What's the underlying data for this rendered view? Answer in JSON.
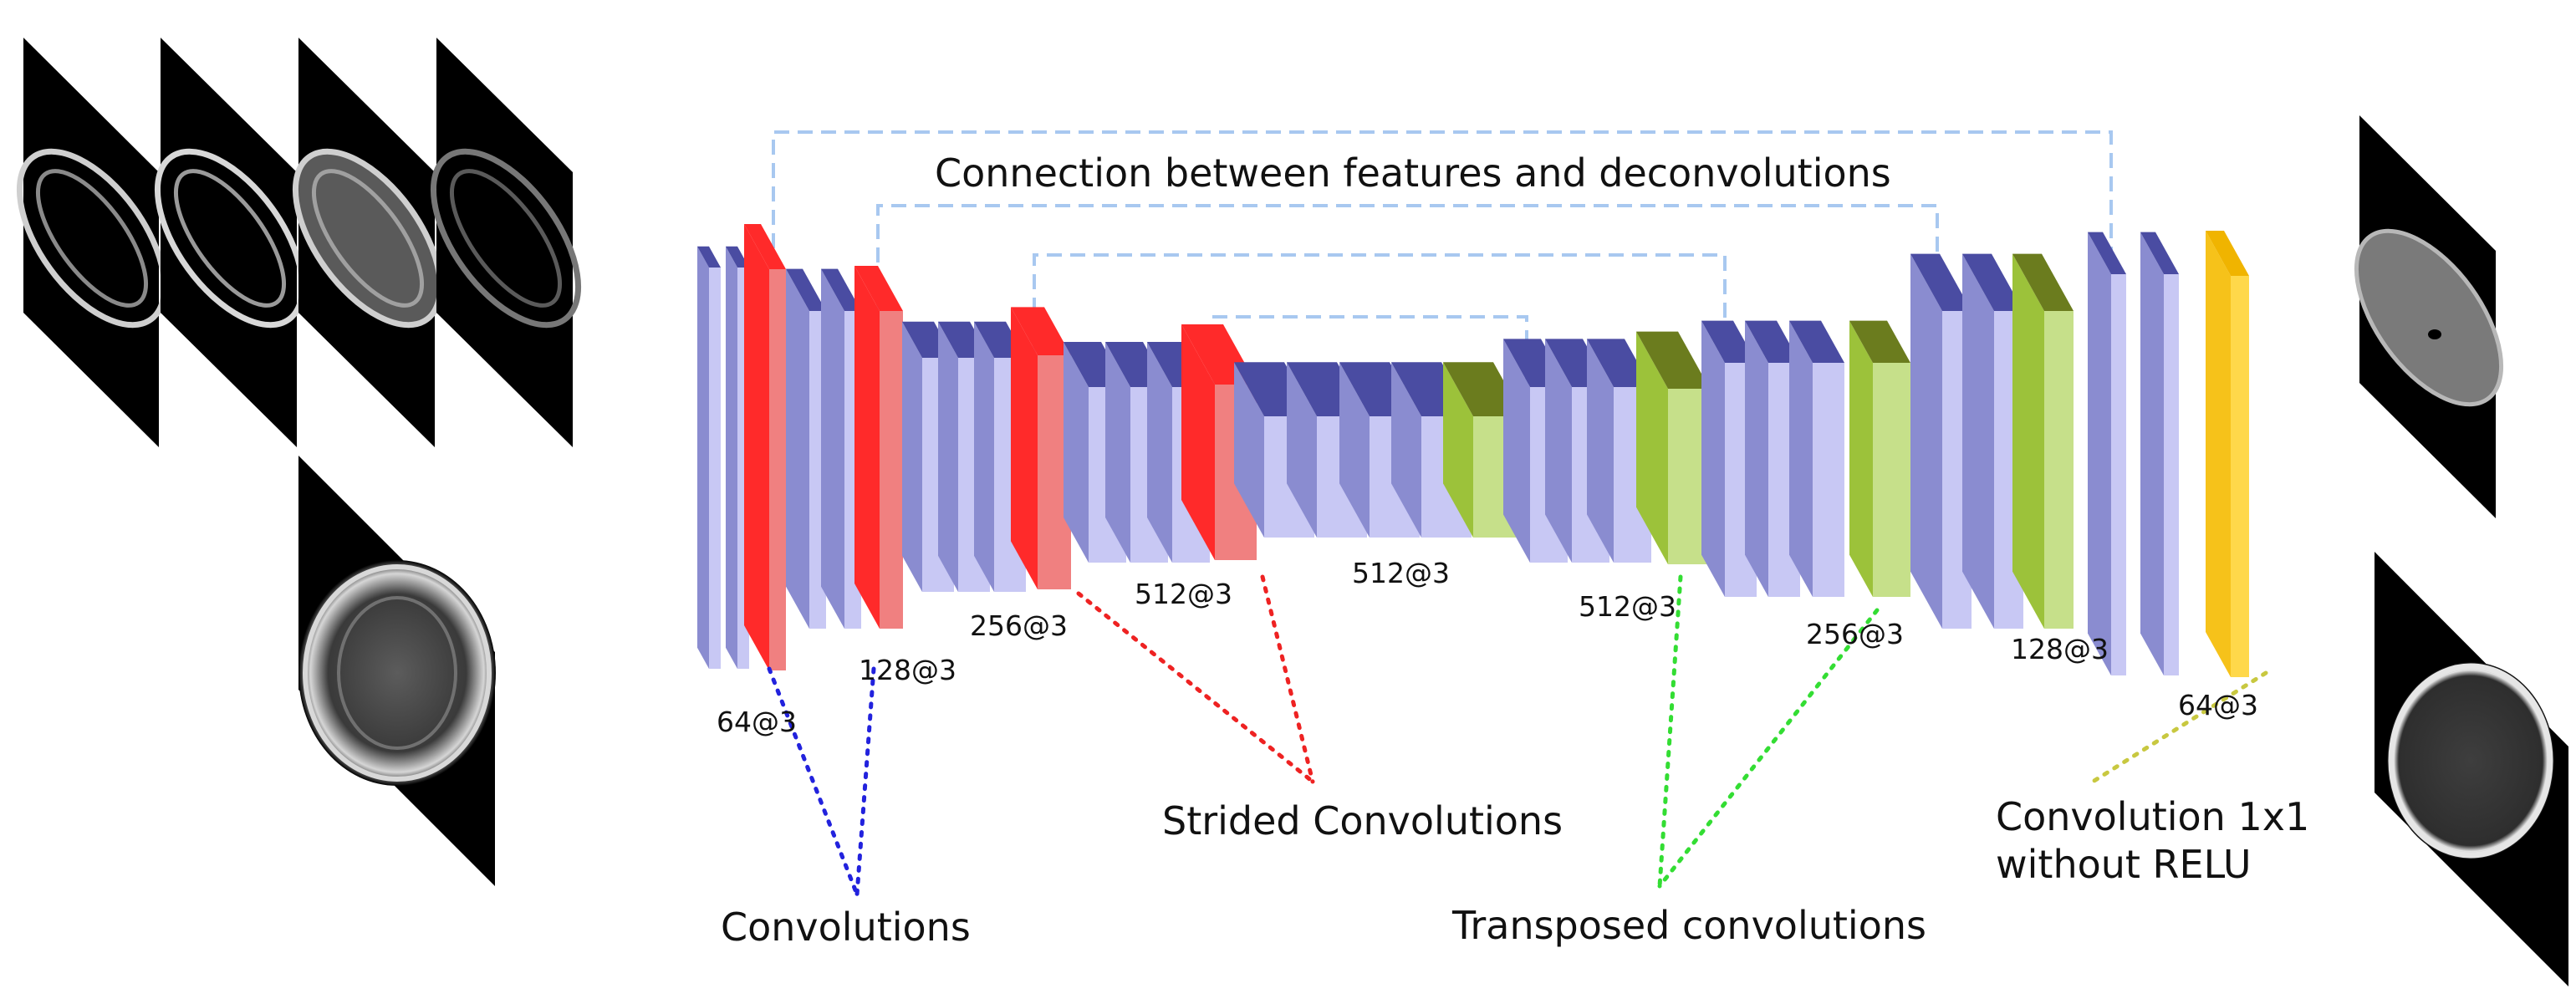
{
  "labels": {
    "skip_connection": "Connection between features and deconvolutions",
    "convolutions": "Convolutions",
    "strided": "Strided Convolutions",
    "transposed": "Transposed convolutions",
    "conv1x1_line1": "Convolution 1x1",
    "conv1x1_line2": "without RELU"
  },
  "dims": [
    "64@3",
    "128@3",
    "256@3",
    "512@3",
    "512@3",
    "512@3",
    "256@3",
    "128@3",
    "64@3"
  ],
  "colors": {
    "conv_front": "#c8c8f4",
    "conv_top": "#4a4ca2",
    "conv_side": "#8a8cd0",
    "strided_front": "#f08080",
    "strided_top": "#ff2a2a",
    "transposed_front": "#c6e08a",
    "transposed_top": "#6b7c1e",
    "final_front": "#ffd84a",
    "final_top": "#f0b400",
    "skip_line": "#a8c8f0",
    "conv_pointer": "#2222dd",
    "strided_pointer": "#ee2222",
    "transposed_pointer": "#33dd33",
    "conv1x1_pointer": "#c8c840",
    "scan": "#000000"
  },
  "inputs": {
    "top_row_count": 4,
    "bottom_count": 1
  },
  "outputs": {
    "count": 2
  }
}
